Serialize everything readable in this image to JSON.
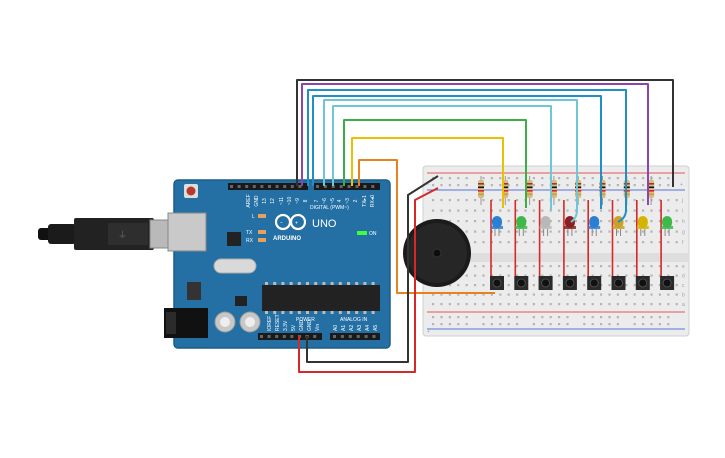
{
  "board": {
    "logo": "ARDUINO",
    "model": "UNO",
    "digital_label": "DIGITAL (PWM~)",
    "power_label": "POWER",
    "analog_label": "ANALOG IN",
    "on_label": "ON",
    "led_l": "L",
    "led_tx": "TX",
    "led_rx": "RX",
    "digital_pins": [
      "AREF",
      "GND",
      "13",
      "12",
      "~11",
      "~10",
      "~9",
      "8",
      "7",
      "~6",
      "~5",
      "4",
      "~3",
      "2",
      "TX▸1",
      "RX◂0"
    ],
    "power_pins": [
      "IOREF",
      "RESET",
      "3.3V",
      "5V",
      "GND",
      "GND",
      "Vin"
    ],
    "analog_pins": [
      "A0",
      "A1",
      "A2",
      "A3",
      "A4",
      "A5"
    ]
  },
  "breadboard": {
    "row_labels_top": [
      "j",
      "i",
      "h",
      "g",
      "f"
    ],
    "row_labels_bottom": [
      "e",
      "d",
      "c",
      "b",
      "a"
    ],
    "rail_plus": "+",
    "rail_minus": "-"
  },
  "components": {
    "leds": [
      {
        "color": "#2a7fd4",
        "name": "blue"
      },
      {
        "color": "#3fb84a",
        "name": "green"
      },
      {
        "color": "#b8b8b8",
        "name": "white"
      },
      {
        "color": "#8b1e1e",
        "name": "red"
      },
      {
        "color": "#2a7fd4",
        "name": "blue"
      },
      {
        "color": "#c9a227",
        "name": "orange"
      },
      {
        "color": "#d4b400",
        "name": "yellow"
      },
      {
        "color": "#3fb84a",
        "name": "green"
      }
    ],
    "wire_colors": [
      "#333333",
      "#8e44ad",
      "#1f8fc6",
      "#1f8fc6",
      "#6fc6d6",
      "#6fc6d6",
      "#3cae45",
      "#e8c100",
      "#e8821e",
      "#d62828"
    ]
  }
}
